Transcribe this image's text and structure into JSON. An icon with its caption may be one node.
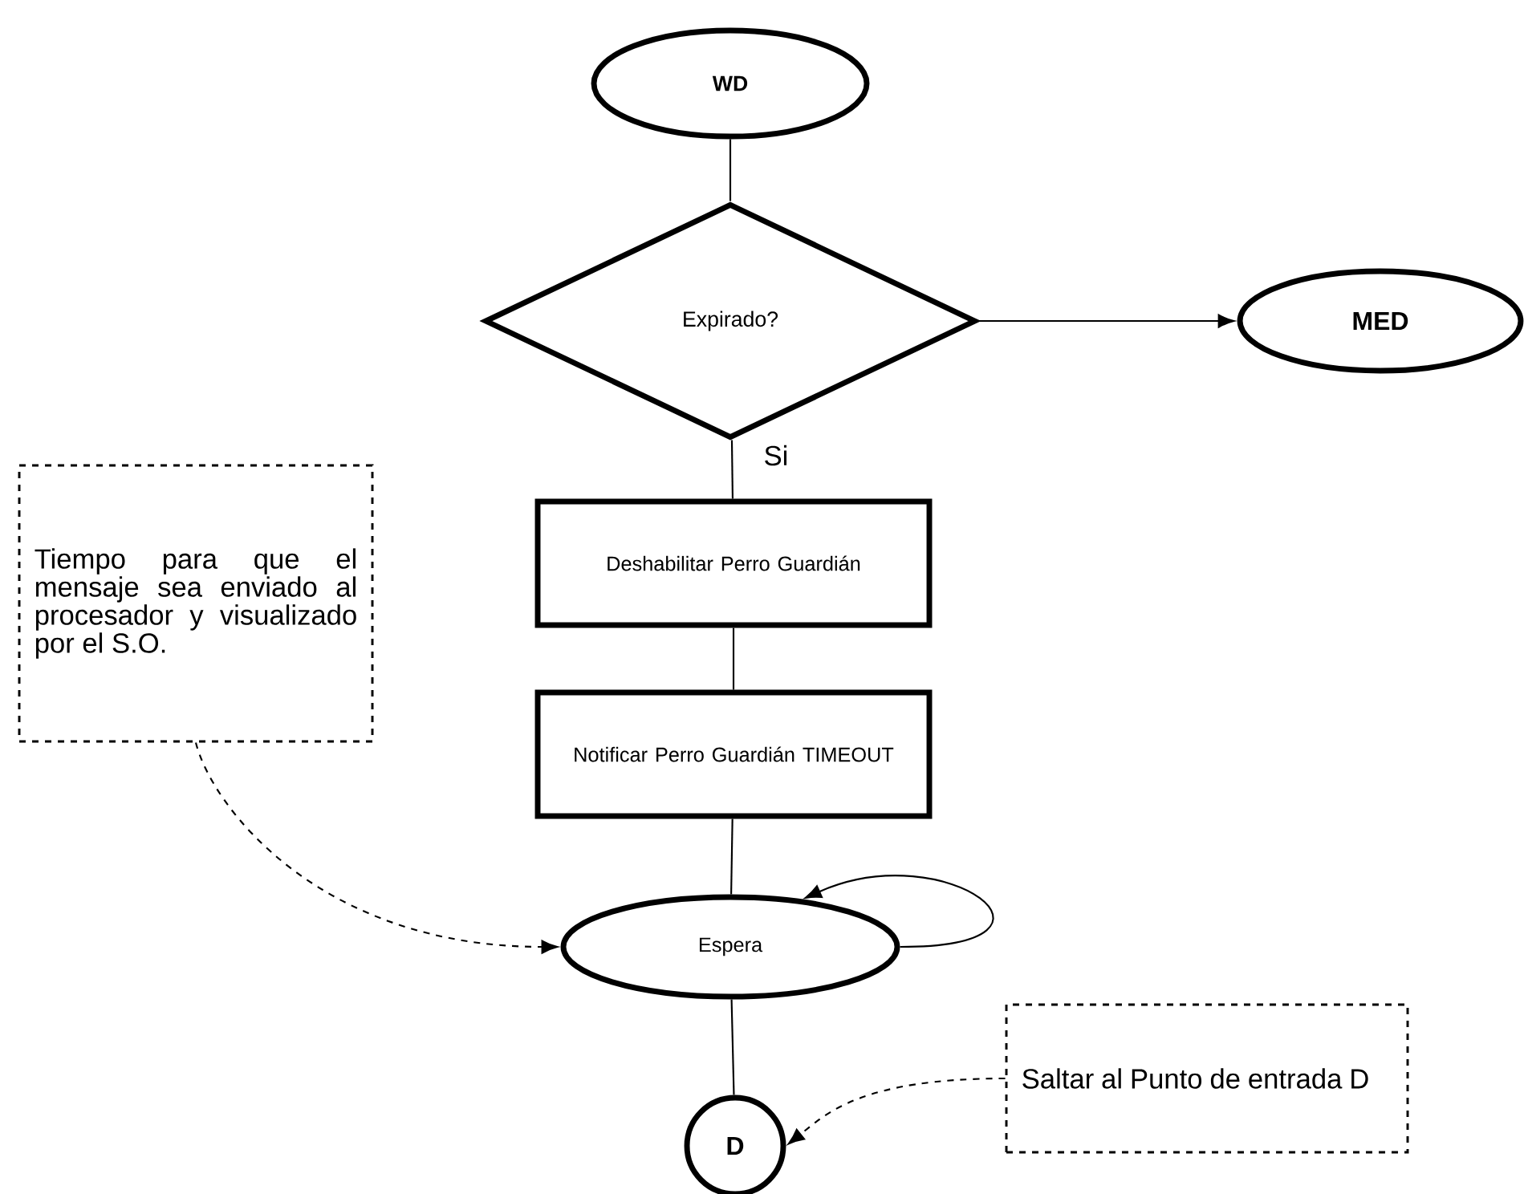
{
  "diagram": {
    "nodes": [
      {
        "text": [
          "WD"
        ]
      },
      {
        "text": [
          "Expirado?"
        ]
      },
      {
        "text": [
          "MED"
        ]
      },
      {
        "text": [
          "Deshabilitar Perro Guardián"
        ]
      },
      {
        "text": [
          "Notificar Perro Guardián TIMEOUT"
        ]
      },
      {
        "text": [
          "Espera"
        ]
      },
      {
        "text": [
          "D"
        ]
      },
      {
        "text": [
          "Tiempo para que el mensaje sea enviado al procesador y visualizado por el S.O."
        ]
      },
      {
        "text": [
          "Saltar al Punto de entrada D"
        ]
      }
    ],
    "edges": [
      {
        "from": 0,
        "to": 1,
        "arrow": "none"
      },
      {
        "from": 1,
        "to": 2,
        "arrow": "to"
      },
      {
        "from": 1,
        "to": 3,
        "arrow": "none",
        "label": "Si"
      },
      {
        "from": 3,
        "to": 4,
        "arrow": "none"
      },
      {
        "from": 4,
        "to": 5,
        "arrow": "none"
      },
      {
        "from": 5,
        "to": 5,
        "arrow": "to"
      },
      {
        "from": 5,
        "to": 6,
        "arrow": "none"
      },
      {
        "from": 7,
        "to": 5,
        "arrow": "to",
        "style": "dashed"
      },
      {
        "from": 8,
        "to": 6,
        "arrow": "to",
        "style": "dashed"
      }
    ]
  }
}
